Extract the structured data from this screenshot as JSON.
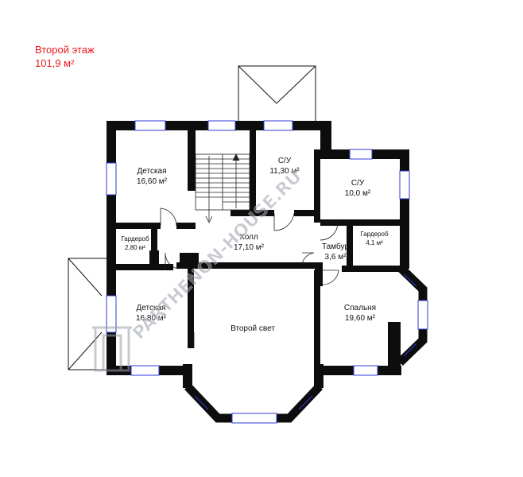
{
  "header": {
    "floor_title": "Второй этаж",
    "floor_area": "101,9 м²"
  },
  "rooms": [
    {
      "name": "Детская",
      "area": "16,60 м²"
    },
    {
      "name": "С/У",
      "area": "11,30 м²"
    },
    {
      "name": "С/У",
      "area": "10,0 м²"
    },
    {
      "name": "Гардероб",
      "area": "2,80 м²"
    },
    {
      "name": "Холл",
      "area": "17,10 м²"
    },
    {
      "name": "Тамбур",
      "area": "3,6 м²"
    },
    {
      "name": "Гардероб",
      "area": "4,1 м²"
    },
    {
      "name": "Детская",
      "area": "16,80 м²"
    },
    {
      "name": "Второй свет",
      "area": ""
    },
    {
      "name": "Спальня",
      "area": "19,60 м²"
    }
  ],
  "watermark": {
    "text": "PARTHENON-HOUSE.RU"
  },
  "colors": {
    "wall": "#0d0d0d",
    "window": "#2d3bd8",
    "title": "#e8171b",
    "watermark": "#9aa0a8"
  }
}
